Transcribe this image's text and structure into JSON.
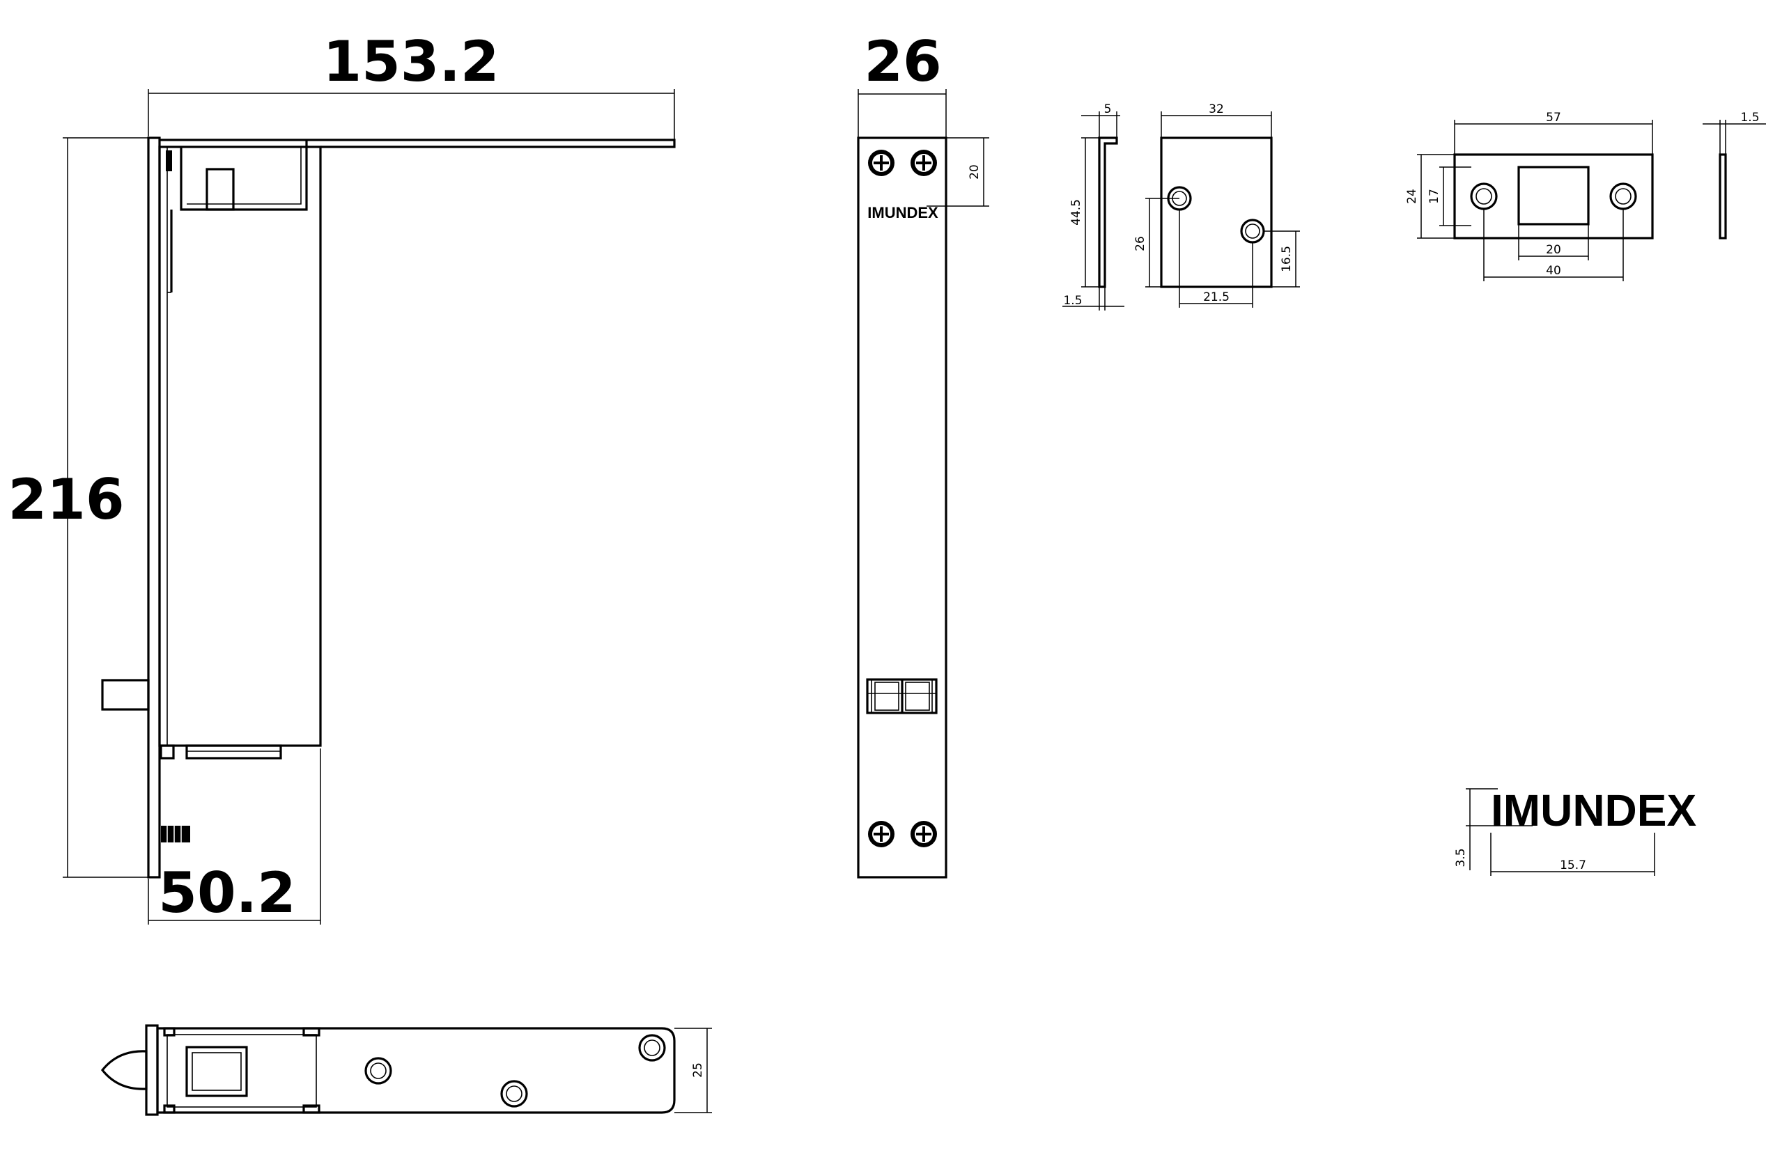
{
  "side_view": {
    "dim_width": "153.2",
    "dim_height": "216",
    "dim_depth": "50.2"
  },
  "front_view": {
    "dim_width": "26",
    "dim_top_screw": "20",
    "brand": "IMUNDEX"
  },
  "bracket_side": {
    "dim_lip": "5",
    "dim_height": "44.5",
    "dim_thickness": "1.5"
  },
  "bracket_front": {
    "dim_width": "32",
    "dim_hole_height": "26",
    "dim_hole_spacing": "21.5",
    "dim_hole_offset": "16.5"
  },
  "strike_plate": {
    "dim_length": "57",
    "dim_height": "24",
    "dim_hole_row": "17",
    "dim_slot_width": "20",
    "dim_hole_spacing": "40",
    "dim_thickness": "1.5"
  },
  "logo_detail": {
    "brand": "IMUNDEX",
    "dim_text_height": "3.5",
    "dim_text_width": "15.7"
  },
  "bottom_view": {
    "dim_height": "25"
  }
}
